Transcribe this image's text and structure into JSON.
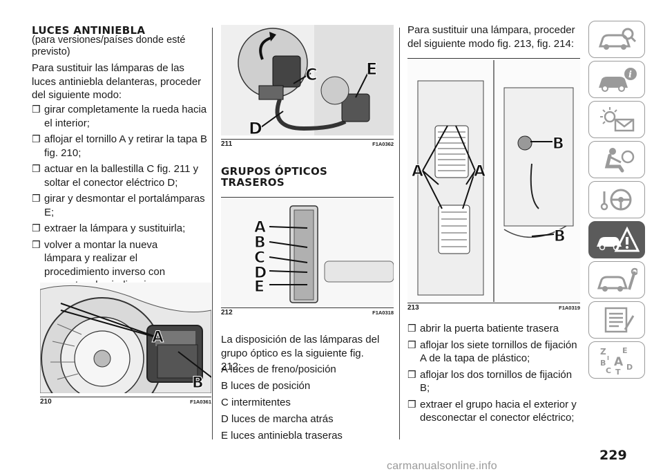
{
  "col1": {
    "title": "LUCES ANTINIEBLA",
    "subtitle": "(para versiones/países donde esté previsto)",
    "intro": "Para sustituir las lámparas de las luces antiniebla delanteras, proceder del siguiente modo:",
    "bullets": [
      "girar completamente la rueda hacia el interior;",
      "aflojar el tornillo A y retirar la tapa B fig. 210;",
      "actuar en la ballestilla C fig. 211 y soltar el conector eléctrico D;",
      "girar y desmontar el portalámparas E;",
      "extraer la lámpara y sustituirla;",
      "volver a montar la nueva lámpara y realizar el procedimiento inverso con respecto a las indicaciones anteriores."
    ],
    "fig210": {
      "num": "210",
      "code": "F1A0361",
      "labels": [
        "A",
        "B"
      ]
    }
  },
  "col2": {
    "fig211": {
      "num": "211",
      "code": "F1A0362",
      "labels": [
        "C",
        "E",
        "D"
      ]
    },
    "title": "GRUPOS ÓPTICOS TRASEROS",
    "fig212": {
      "num": "212",
      "code": "F1A0318",
      "labels": [
        "A",
        "B",
        "C",
        "D",
        "E"
      ]
    },
    "intro": "La disposición de las lámparas del grupo óptico es la siguiente fig. 212:",
    "items": [
      "A luces de freno/posición",
      "B luces de posición",
      "C intermitentes",
      "D luces de marcha atrás",
      "E luces antiniebla traseras"
    ]
  },
  "col3": {
    "intro": "Para sustituir una lámpara, proceder del siguiente modo fig. 213, fig. 214:",
    "fig213": {
      "num": "213",
      "code": "F1A0319",
      "labels": [
        "A",
        "A",
        "B",
        "B"
      ]
    },
    "bullets": [
      "abrir la puerta batiente trasera",
      "aflojar los siete tornillos de fijación A de la tapa de plástico;",
      "aflojar los dos tornillos de fijación B;",
      "extraer el grupo hacia el exterior y desconectar el conector eléctrico;"
    ]
  },
  "bullet_mark": "❒",
  "sidebar": {
    "tabs": [
      {
        "icon": "car-magnifier-icon",
        "active": false
      },
      {
        "icon": "car-info-icon",
        "active": false
      },
      {
        "icon": "warning-lights-message-icon",
        "active": false
      },
      {
        "icon": "seat-airbag-icon",
        "active": false
      },
      {
        "icon": "steering-key-icon",
        "active": false
      },
      {
        "icon": "car-crash-warning-icon",
        "active": true
      },
      {
        "icon": "car-wrench-icon",
        "active": false
      },
      {
        "icon": "document-list-icon",
        "active": false
      },
      {
        "icon": "alphabet-index-icon",
        "active": false
      }
    ],
    "active_color": "#5b5b5b",
    "outline_color": "#9a9a9a"
  },
  "page_number": "229",
  "watermark": "carmanualsonline.info"
}
